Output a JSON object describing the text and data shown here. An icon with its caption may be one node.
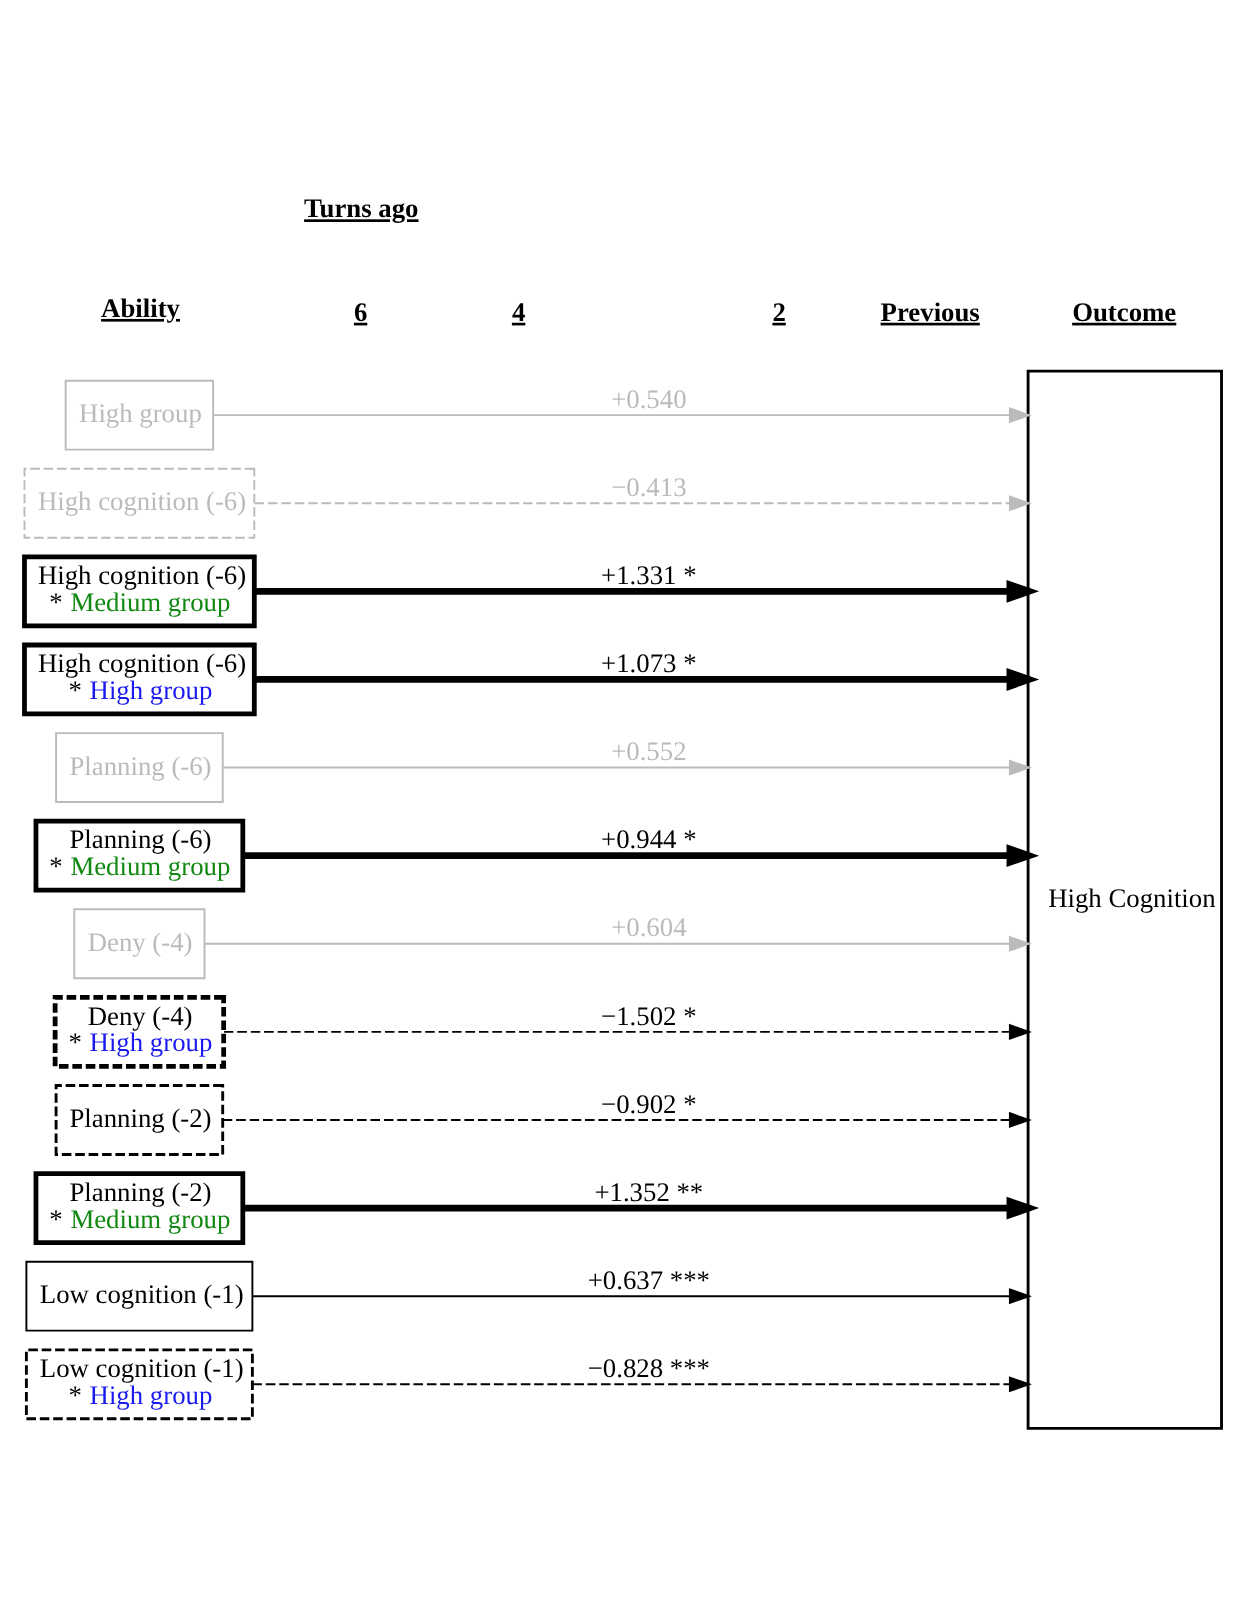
{
  "diagram": {
    "nodes": [
      {
        "text": [
          "High group"
        ]
      },
      {
        "text": [
          "High cognition (-6)"
        ]
      },
      {
        "text": [
          "High cognition (-6)",
          "* Medium group"
        ]
      },
      {
        "text": [
          "High cognition (-6)",
          "* High group"
        ]
      },
      {
        "text": [
          "Planning (-6)"
        ]
      },
      {
        "text": [
          "Planning (-6)",
          "* Medium group"
        ]
      },
      {
        "text": [
          "Deny (-4)"
        ]
      },
      {
        "text": [
          "Deny (-4)",
          "* High group"
        ]
      },
      {
        "text": [
          "Planning (-2)"
        ]
      },
      {
        "text": [
          "Planning (-2)",
          "* Medium group"
        ]
      },
      {
        "text": [
          "Low cognition (-1)"
        ]
      },
      {
        "text": [
          "Low cognition (-1)",
          "* High group"
        ]
      },
      {
        "text": [
          "High Cognition"
        ]
      }
    ],
    "edges": [
      {
        "from": 0,
        "to": 12,
        "arrow": "to",
        "label": "+0.540",
        "color": "#bbbbbb"
      },
      {
        "from": 1,
        "to": 12,
        "arrow": "to",
        "label": "−0.413",
        "style": "dashed",
        "color": "#bbbbbb"
      },
      {
        "from": 2,
        "to": 12,
        "arrow": "to",
        "label": "+1.331 *",
        "style": "thick"
      },
      {
        "from": 3,
        "to": 12,
        "arrow": "to",
        "label": "+1.073 *",
        "style": "thick"
      },
      {
        "from": 4,
        "to": 12,
        "arrow": "to",
        "label": "+0.552",
        "color": "#bbbbbb"
      },
      {
        "from": 5,
        "to": 12,
        "arrow": "to",
        "label": "+0.944 *",
        "style": "thick"
      },
      {
        "from": 6,
        "to": 12,
        "arrow": "to",
        "label": "+0.604",
        "color": "#bbbbbb"
      },
      {
        "from": 7,
        "to": 12,
        "arrow": "to",
        "label": "−1.502 *",
        "style": "dashed"
      },
      {
        "from": 8,
        "to": 12,
        "arrow": "to",
        "label": "−0.902 *",
        "style": "dashed"
      },
      {
        "from": 9,
        "to": 12,
        "arrow": "to",
        "label": "+1.352 **",
        "style": "thick"
      },
      {
        "from": 10,
        "to": 12,
        "arrow": "to",
        "label": "+0.637 ***"
      },
      {
        "from": 11,
        "to": 12,
        "arrow": "to",
        "label": "−0.828 ***",
        "style": "dashed"
      }
    ],
    "labels": [
      "Turns ago",
      "Ability",
      "6",
      "4",
      "2",
      "Previous",
      "Outcome"
    ]
  }
}
